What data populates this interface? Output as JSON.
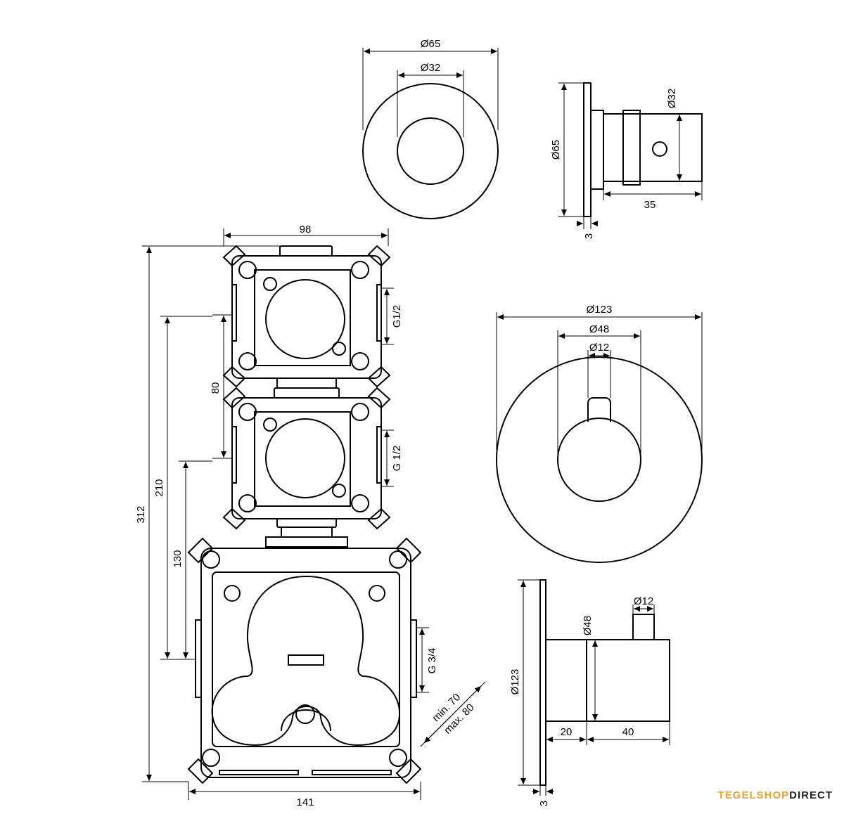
{
  "dimensions": {
    "knob_front_outer": "Ø65",
    "knob_front_inner": "Ø32",
    "knob_side_height": "Ø65",
    "knob_side_diameter": "Ø32",
    "knob_side_depth": "35",
    "knob_side_plate": "3",
    "box_width_top": "98",
    "box_thread_1": "G1/2",
    "box_thread_2": "G 1/2",
    "box_spacing": "80",
    "total_height": "312",
    "height_210": "210",
    "height_130": "130",
    "bottom_box_width": "141",
    "bottom_thread": "G 3/4",
    "depth_min": "min. 70",
    "depth_max": "max. 80",
    "rosette_outer": "Ø123",
    "rosette_mid": "Ø48",
    "rosette_inner": "Ø12",
    "side_height": "Ø123",
    "side_body": "Ø48",
    "side_stem": "Ø12",
    "side_d20": "20",
    "side_d40": "40",
    "side_plate": "3"
  },
  "logo": {
    "part1": "TEGEL",
    "part2": "SHOP",
    "part3": "DIRECT"
  }
}
